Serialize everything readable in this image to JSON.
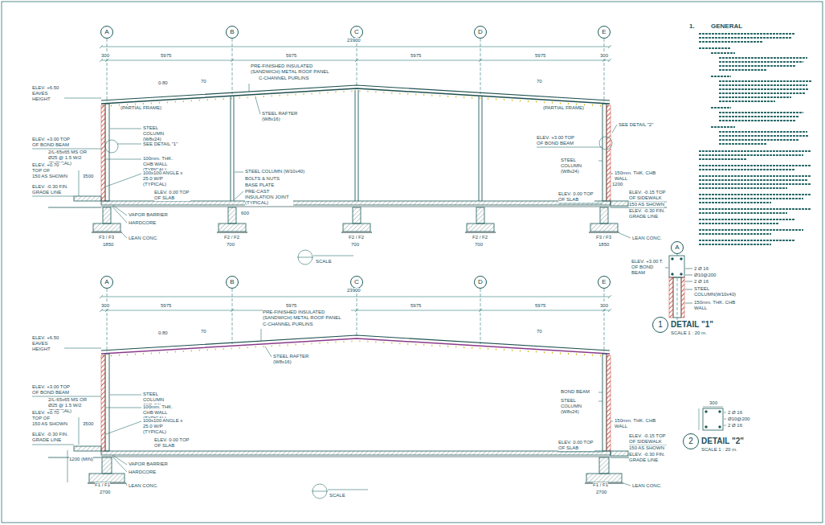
{
  "diagram": {
    "nodes": [
      {
        "text": [
          "A"
        ]
      },
      {
        "text": [
          "B"
        ]
      },
      {
        "text": [
          "C"
        ]
      },
      {
        "text": [
          "D"
        ]
      },
      {
        "text": [
          "E"
        ]
      },
      {
        "text": [
          "A"
        ]
      },
      {
        "text": [
          "B"
        ]
      },
      {
        "text": [
          "C"
        ]
      },
      {
        "text": [
          "D"
        ]
      },
      {
        "text": [
          "E"
        ]
      },
      {
        "text": [
          "A"
        ]
      },
      {
        "text": [
          "1"
        ]
      },
      {
        "text": [
          "2"
        ]
      }
    ],
    "labels": [
      "23900",
      "5975",
      "5975",
      "5975",
      "5975",
      "300",
      "300",
      "PRE-FINISHED INSULATED (SANDWICH) METAL ROOF PANEL",
      "C-CHANNEL PURLINS",
      "0.80",
      "70",
      "70",
      "ELEV. +6.50 EAVES HEIGHT",
      "(PARTIAL FRAME)",
      "(PARTIAL FRAME)",
      "STEEL RAFTER (W8x16)",
      "STEEL COLUMN (W8x24)",
      "SEE DETAIL \"1\"",
      "SEE DETAIL \"2\"",
      "ELEV. +3.00 TOP OF BOND BEAM",
      "ELEV. +3.00 TOP OF BOND BEAM",
      "2/L-65x65 MS OR Ø25 @ 1.5 W/2 (TYPICAL)",
      "100mm. THK. CHB WALL (TYPICAL)",
      "100x100 ANGLE x 25.0 W/P (TYPICAL)",
      "ELEV. +0.70 TOP OF WALKWAY",
      "150 AS SHOWN",
      "3500",
      "ELEV. -0.30 FIN. GRADE LINE",
      "STEEL COLUMN (W10x40)",
      "BOLTS & NUTS",
      "BASE PLATE",
      "PRE-CAST INSULATION JOINT (TYPICAL)",
      "ELEV. 0.00 TOP OF SLAB",
      "STEEL COLUMN (W8x24)",
      "150mm. THK. CHB WALL",
      "1200",
      "ELEV. 0.00 TOP OF SLAB",
      "ELEV. -0.15 TOP OF SIDEWALK",
      "150 AS SHOWN",
      "ELEV. -0.30 FIN. GRADE LINE",
      "VAPOR BARRIER",
      "HARDCORE",
      "600",
      "F3 / F3",
      "1850",
      "F2 / F2",
      "700",
      "F2 / F2",
      "700",
      "F2 / F2",
      "700",
      "F3 / F3",
      "1850",
      "LEAN CONC.",
      "LEAN CONC.",
      "SCALE",
      "23900",
      "5975",
      "5975",
      "5975",
      "5975",
      "300",
      "300",
      "PRE-FINISHED INSULATED (SANDWICH) METAL ROOF PANEL",
      "C-CHANNEL PURLINS",
      "0.80",
      "70",
      "70",
      "ELEV. +6.50 EAVES HEIGHT",
      "STEEL RAFTER (W8x16)",
      "ELEV. +3.00 TOP OF BOND BEAM",
      "2/L-65x65 MS OR Ø25 @ 1.5 W/2 (TYPICAL)",
      "STEEL COLUMN (W8x24)",
      "100mm. THK. CHB WALL (TYPICAL)",
      "100x100 ANGLE x 25.0 W/P (TYPICAL)",
      "ELEV. +0.70 TOP OF WALKWAY",
      "150 AS SHOWN",
      "3500",
      "ELEV. -0.30 FIN. GRADE LINE",
      "ELEV. 0.00 TOP OF SLAB",
      "1200 (MIN)",
      "VAPOR BARRIER",
      "HARDCORE",
      "BOND BEAM",
      "STEEL COLUMN (W8x24)",
      "150mm. THK. CHB WALL",
      "ELEV. 0.00 TOP OF SLAB",
      "ELEV. -0.15 TOP OF SIDEWALK",
      "150 AS SHOWN",
      "ELEV. -0.30 FIN. GRADE LINE",
      "F1 / F1",
      "2700",
      "LEAN CONC.",
      "F1 / F1",
      "2700",
      "LEAN CONC.",
      "SCALE",
      "ELEV. +3.00 T. OF BOND BEAM",
      "2 Ø 16",
      "Ø10@200",
      "2 Ø 16",
      "STEEL COLUMN(W10x40)",
      "150mm. THK. CHB WALL",
      "DETAIL \"1\"",
      "SCALE 1 : 20 m.",
      "300",
      "2 Ø 16",
      "Ø10@200",
      "2 Ø 16",
      "DETAIL \"2\"",
      "SCALE 1 : 20 m.",
      "1.",
      "GENERAL"
    ]
  }
}
